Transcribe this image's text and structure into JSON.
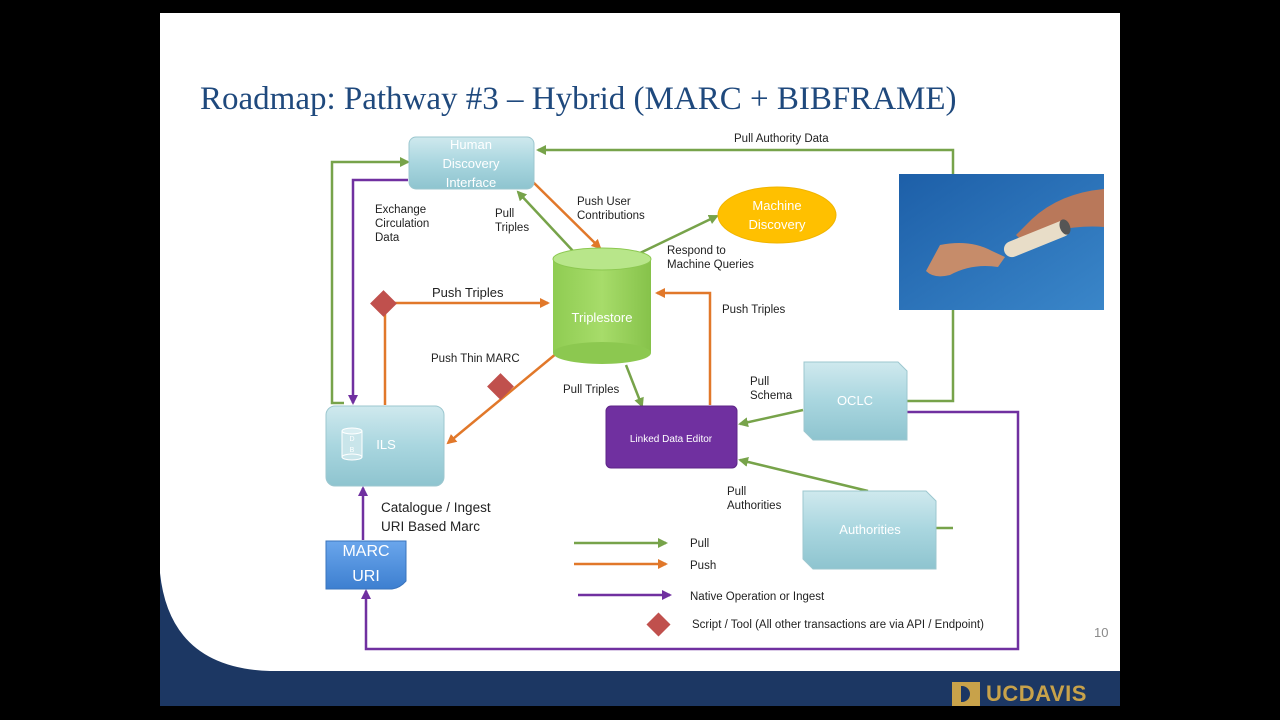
{
  "slide": {
    "title": "Roadmap: Pathway #3 – Hybrid (MARC + BIBFRAME)",
    "page_number": "10",
    "logo_text": "UCDAVIS"
  },
  "nodes": {
    "human_discovery": [
      "Human",
      "Discovery",
      "Interface"
    ],
    "machine_discovery": [
      "Machine",
      "Discovery"
    ],
    "triplestore": "Triplestore",
    "ils": "ILS",
    "ils_db": [
      "D",
      "B"
    ],
    "linked_data_editor": "Linked Data Editor",
    "oclc": "OCLC",
    "authorities": "Authorities",
    "marc_uri": [
      "MARC",
      "URI"
    ]
  },
  "labels": {
    "pull_authority_data": "Pull Authority Data",
    "exchange_circulation": [
      "Exchange",
      "Circulation",
      "Data"
    ],
    "pull_triples_1": [
      "Pull",
      "Triples"
    ],
    "push_user_contributions": [
      "Push User",
      "Contributions"
    ],
    "respond_machine": [
      "Respond to",
      "Machine Queries"
    ],
    "push_triples_ils": "Push Triples",
    "push_triples_right": "Push Triples",
    "push_thin_marc": "Push Thin MARC",
    "pull_triples_2": "Pull Triples",
    "pull_schema": [
      "Pull",
      "Schema"
    ],
    "pull_authorities": [
      "Pull",
      "Authorities"
    ],
    "catalogue_ingest": [
      "Catalogue / Ingest",
      "URI Based Marc"
    ]
  },
  "legend": {
    "pull": "Pull",
    "push": "Push",
    "native": "Native Operation or Ingest",
    "script": "Script / Tool (All other transactions are via API / Endpoint)"
  },
  "colors": {
    "pull": "#77a34a",
    "push": "#e1782a",
    "native": "#7030a0",
    "title": "#1f497d",
    "diamond": "#c0504d",
    "triplestore": "#92d050",
    "machine": "#ffc000",
    "editor": "#7030a0",
    "marc": "#4f8fd9"
  }
}
